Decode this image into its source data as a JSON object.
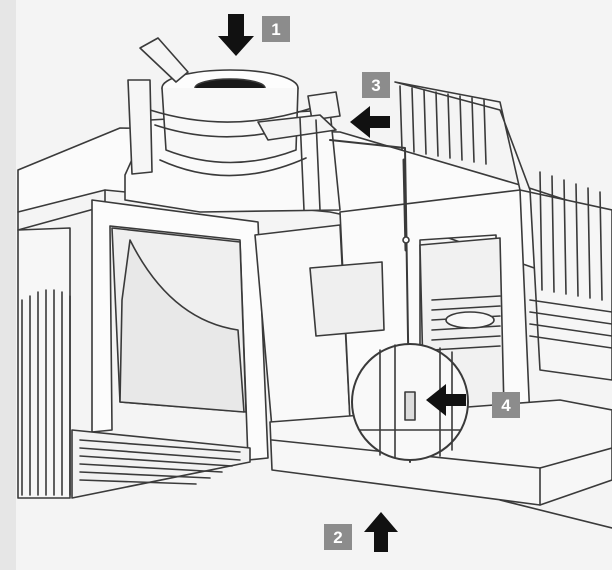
{
  "diagram": {
    "callouts": [
      {
        "label": "1",
        "arrow": "down-arrow-icon"
      },
      {
        "label": "2",
        "arrow": "up-arrow-icon"
      },
      {
        "label": "3",
        "arrow": "left-arrow-icon"
      },
      {
        "label": "4",
        "arrow": "left-arrow-icon"
      }
    ],
    "colors": {
      "background": "#f4f4f4",
      "line": "#3a3a3a",
      "badge": "#8c8c8c",
      "arrow": "#111111"
    }
  }
}
